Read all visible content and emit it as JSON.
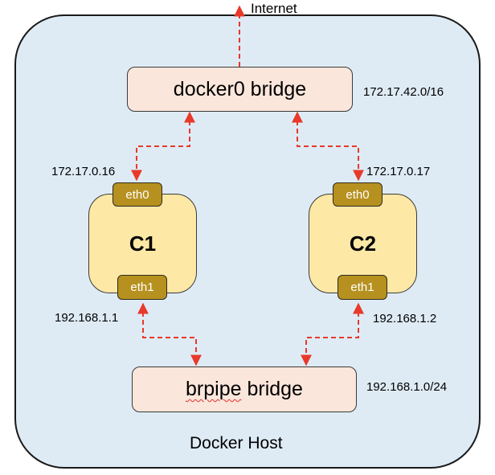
{
  "internet_label": "Internet",
  "host": {
    "label": "Docker Host"
  },
  "bridges": {
    "docker0": {
      "label": "docker0 bridge",
      "subnet": "172.17.42.0/16"
    },
    "brpipe": {
      "label_word1": "brpipe",
      "label_word2": "bridge",
      "subnet": "192.168.1.0/24"
    }
  },
  "containers": {
    "c1": {
      "name": "C1",
      "eth0": "eth0",
      "eth1": "eth1",
      "eth0_ip": "172.17.0.16",
      "eth1_ip": "192.168.1.1"
    },
    "c2": {
      "name": "C2",
      "eth0": "eth0",
      "eth1": "eth1",
      "eth0_ip": "172.17.0.17",
      "eth1_ip": "192.168.1.2"
    }
  },
  "colors": {
    "host_fill": "#deebf5",
    "bridge_fill": "#fbe6db",
    "container_fill": "#fde8a6",
    "interface_fill": "#b7911f",
    "link_color": "#e8392a"
  }
}
